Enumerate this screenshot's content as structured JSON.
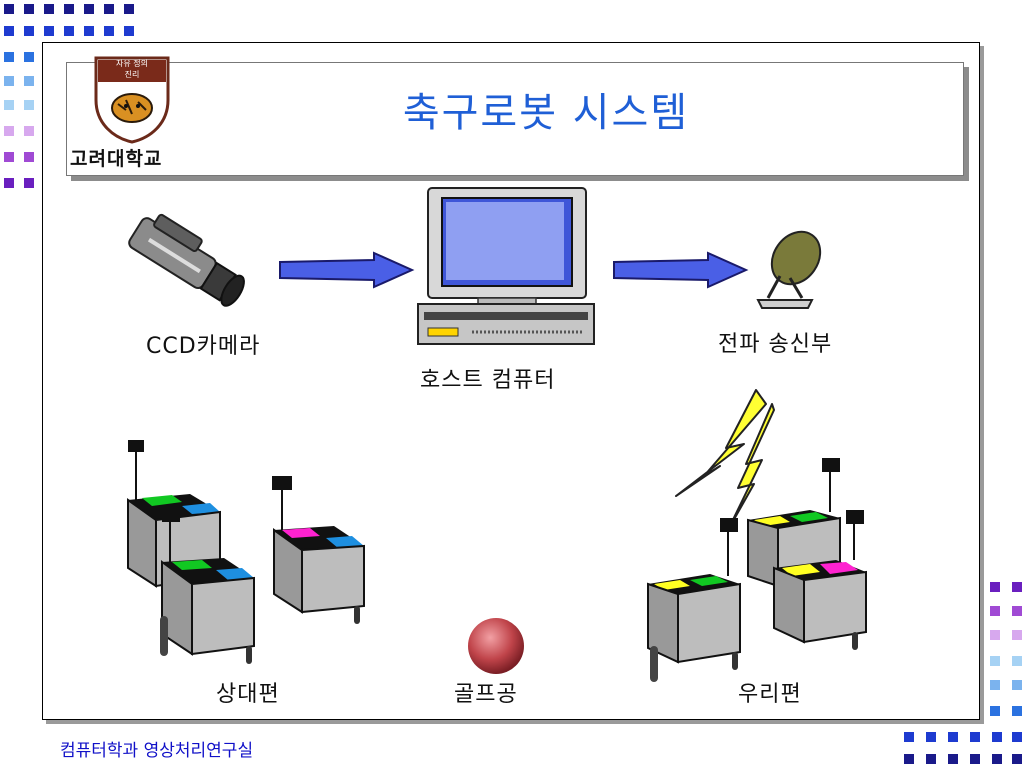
{
  "slide": {
    "title": "축구로봇 시스템",
    "university": "고려대학교",
    "logo_text": [
      "자유 정의",
      "진리"
    ],
    "footer": "컴퓨터학과 영상처리연구실"
  },
  "diagram": {
    "nodes": {
      "camera": "CCD카메라",
      "host": "호스트 컴퓨터",
      "transmitter": "전파 송신부",
      "opponent": "상대편",
      "ball": "골프공",
      "our_team": "우리편"
    },
    "edges": [
      {
        "from": "camera",
        "to": "host"
      },
      {
        "from": "host",
        "to": "transmitter"
      },
      {
        "from": "transmitter",
        "to": "our_team",
        "style": "lightning"
      }
    ]
  },
  "colors": {
    "title": "#1f5fd6",
    "arrow": "#4a5fe6",
    "footer": "#1010c8",
    "lightning": "#ffff33",
    "ball": "#c0444a"
  }
}
